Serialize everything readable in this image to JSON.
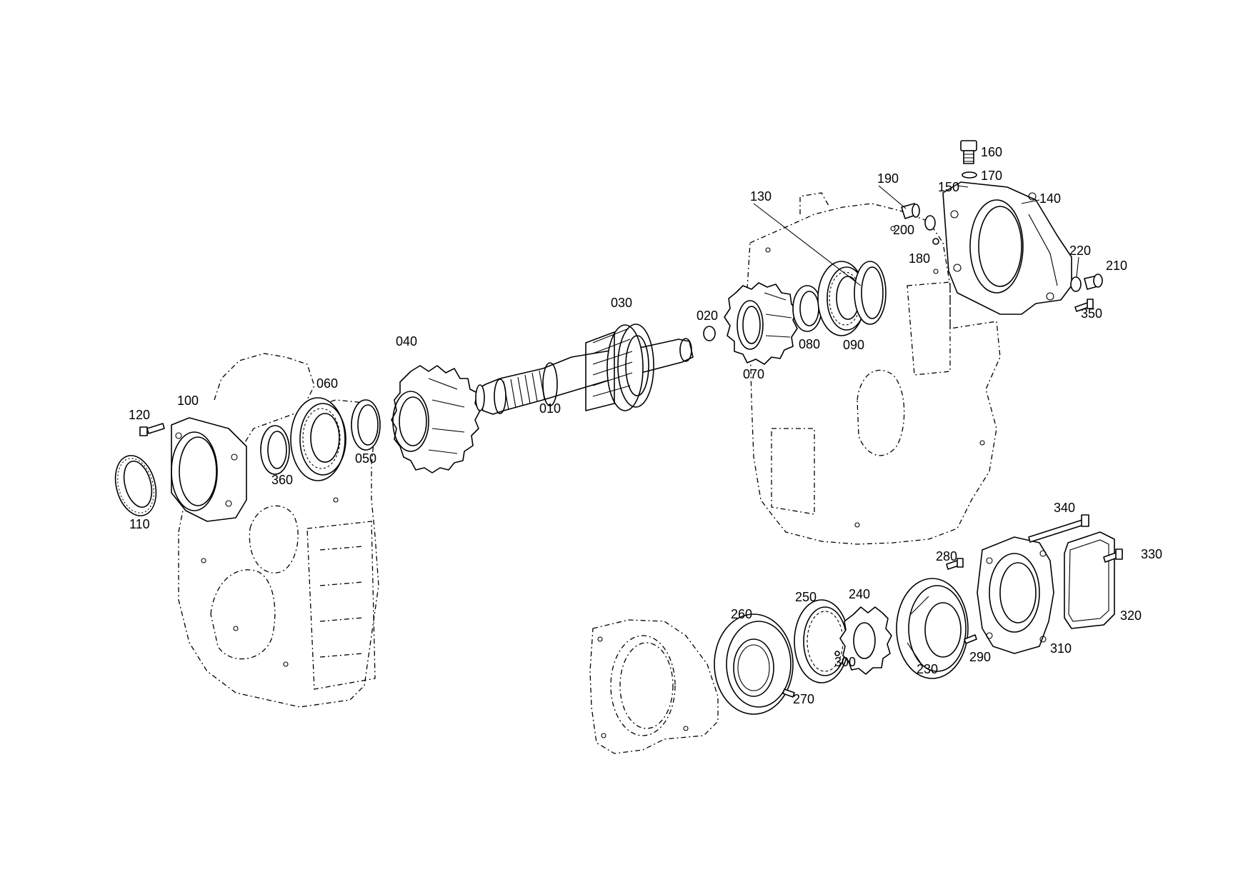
{
  "parts": [
    {
      "id": "010"
    },
    {
      "id": "020"
    },
    {
      "id": "030"
    },
    {
      "id": "040"
    },
    {
      "id": "050"
    },
    {
      "id": "060"
    },
    {
      "id": "070"
    },
    {
      "id": "080"
    },
    {
      "id": "090"
    },
    {
      "id": "100"
    },
    {
      "id": "110"
    },
    {
      "id": "120"
    },
    {
      "id": "130"
    },
    {
      "id": "140"
    },
    {
      "id": "150"
    },
    {
      "id": "160"
    },
    {
      "id": "170"
    },
    {
      "id": "180"
    },
    {
      "id": "190"
    },
    {
      "id": "200"
    },
    {
      "id": "210"
    },
    {
      "id": "220"
    },
    {
      "id": "230"
    },
    {
      "id": "240"
    },
    {
      "id": "250"
    },
    {
      "id": "260"
    },
    {
      "id": "270"
    },
    {
      "id": "280"
    },
    {
      "id": "290"
    },
    {
      "id": "300"
    },
    {
      "id": "310"
    },
    {
      "id": "320"
    },
    {
      "id": "330"
    },
    {
      "id": "340"
    },
    {
      "id": "350"
    },
    {
      "id": "360"
    }
  ]
}
